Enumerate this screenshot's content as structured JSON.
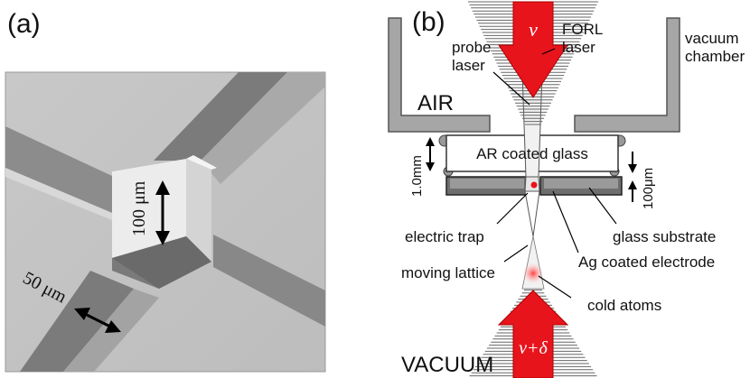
{
  "panel_a": {
    "label": "(a)",
    "dim_height": "100 μm",
    "dim_width": "50 μm"
  },
  "panel_b": {
    "label": "(b)",
    "labels": {
      "forl": "FORL\nlaser",
      "vacuum_chamber": "vacuum\nchamber",
      "probe": "probe\nlaser",
      "air": "AIR",
      "ar_glass": "AR coated glass",
      "gap_1mm": "1.0mm",
      "gap_100um": "100μm",
      "electric_trap": "electric trap",
      "glass_substrate": "glass substrate",
      "ag_electrode": "Ag coated electrode",
      "moving_lattice": "moving lattice",
      "cold_atoms": "cold atoms",
      "vacuum": "VACUUM"
    },
    "beam_top": "ν",
    "beam_bottom": "ν+δ"
  },
  "colors": {
    "beam_red": "#e8141c",
    "chamber_gray": "#a6a6a6",
    "electrode_dark": "#6e6e6e",
    "atom": "#ff5a5a"
  }
}
